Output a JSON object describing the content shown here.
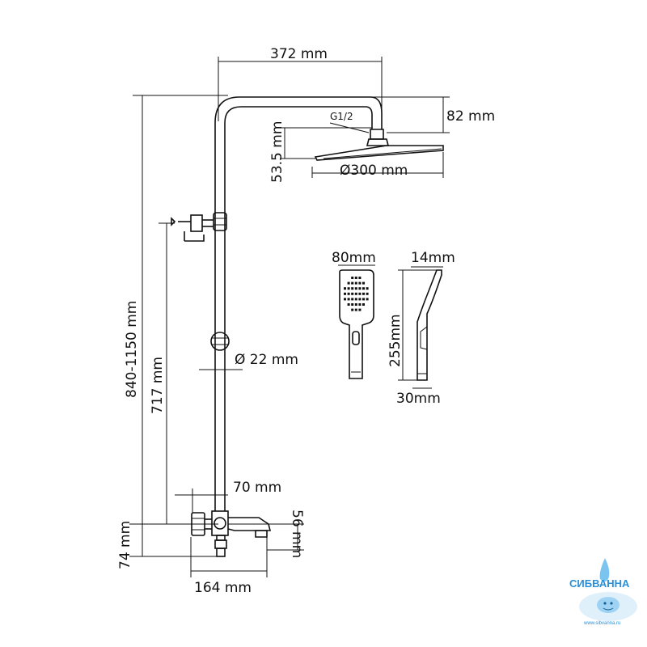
{
  "dimensions": {
    "top_width": "372 mm",
    "head_height": "82 mm",
    "thread": "G1/2",
    "head_offset": "53.5 mm",
    "head_diameter": "Ø300 mm",
    "total_height": "840-1150 mm",
    "bar_height": "717 mm",
    "bar_diameter": "Ø 22 mm",
    "outlet_offset": "70 mm",
    "base_height": "74 mm",
    "spout_height": "56 mm",
    "spout_length": "164 mm",
    "hand_width": "80mm",
    "hand_depth_top": "14mm",
    "hand_length": "255mm",
    "hand_depth_bottom": "30mm"
  },
  "logo": {
    "name": "СИБВАННА",
    "url": "www.sibvanna.ru",
    "color": "#2a8fd6"
  }
}
